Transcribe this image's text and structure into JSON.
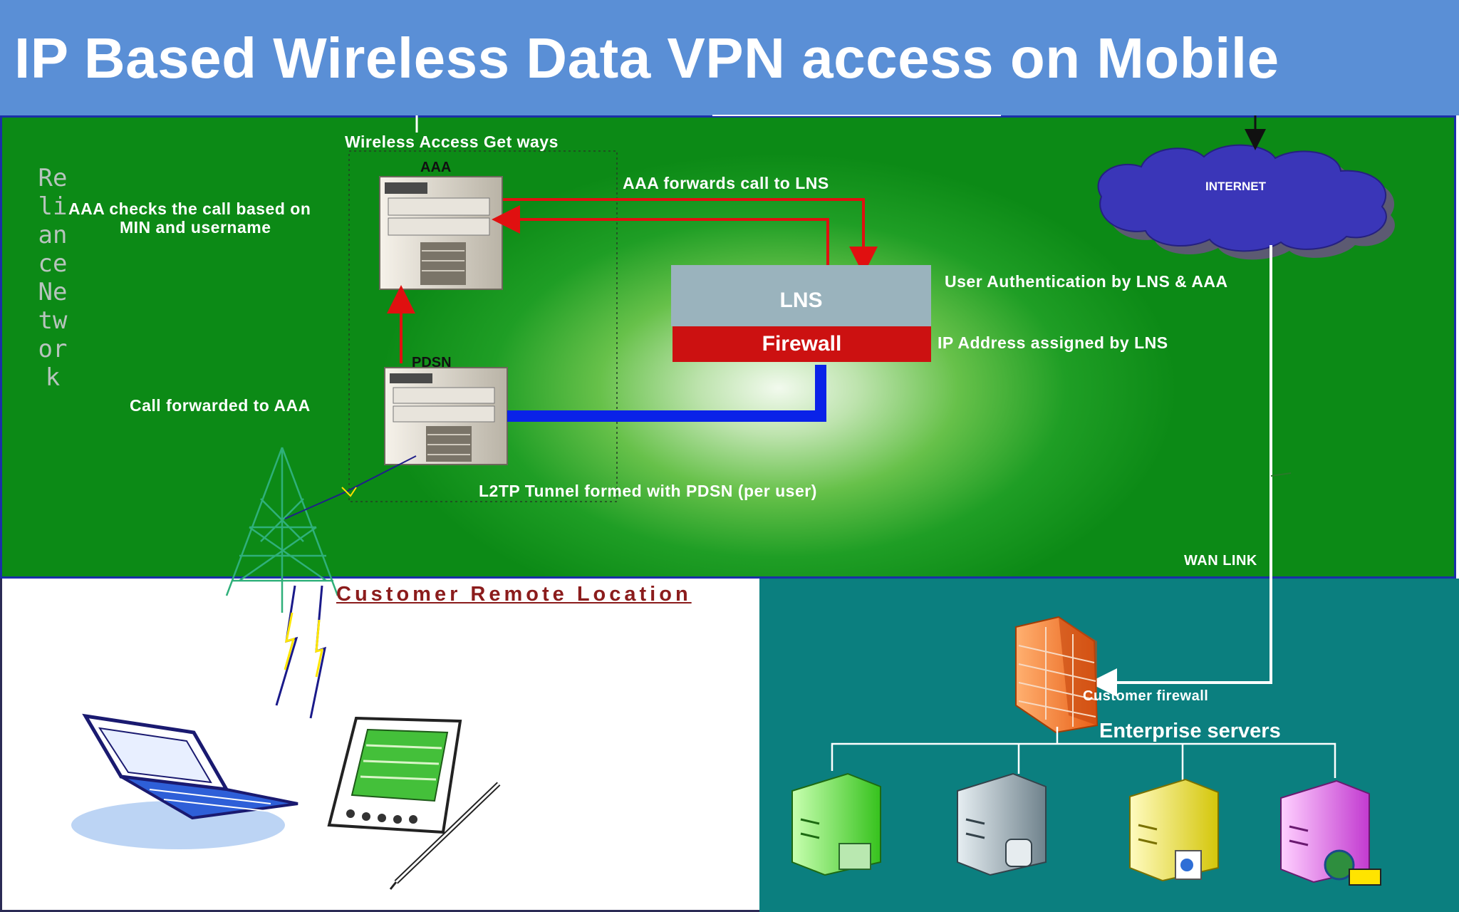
{
  "title": "IP Based Wireless Data VPN access on Mobile",
  "zones": {
    "reliance": "Reliance Network",
    "customer": "Customer Remote Location"
  },
  "labels": {
    "wireless_gateways": "Wireless Access Get ways",
    "aaa": "AAA",
    "pdsn": "PDSN",
    "aaa_checks": "AAA checks the call based on",
    "aaa_checks_2": "MIN and username",
    "call_forwarded": "Call forwarded to AAA",
    "aaa_forwards": "AAA forwards call to LNS",
    "lns": "LNS",
    "firewall": "Firewall",
    "user_auth": "User Authentication  by LNS & AAA",
    "ip_assigned": "IP Address assigned by LNS",
    "l2tp_tunnel": "L2TP Tunnel formed with PDSN (per user)",
    "internet": "INTERNET",
    "wan_link": "WAN LINK",
    "customer_firewall": "Customer firewall",
    "enterprise_servers": "Enterprise servers"
  },
  "colors": {
    "title_bar": "#5a8fd6",
    "reliance_bg": "#1f9e25",
    "enterprise_bg": "#0b7f7f",
    "arrow_red": "#e01010",
    "tunnel_blue": "#0a22e8",
    "firewall_red": "#cc1111",
    "internet_cloud": "#3a36b8"
  },
  "icons": {
    "aaa": "server-tower-icon",
    "pdsn": "server-tower-icon",
    "tower": "radio-tower-icon",
    "laptop": "laptop-icon",
    "pda": "pda-icon",
    "cloud": "cloud-icon",
    "brick_wall": "brick-firewall-icon",
    "servers": [
      "green-server-icon",
      "gray-server-icon",
      "yellow-server-icon",
      "purple-server-icon"
    ]
  }
}
